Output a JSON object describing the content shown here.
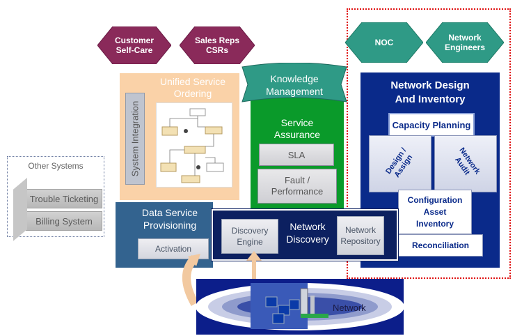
{
  "roles": {
    "customer_selfcare": [
      "Customer",
      "Self-Care"
    ],
    "sales_reps": [
      "Sales Reps",
      "CSRs"
    ],
    "noc": "NOC",
    "network_engineers": [
      "Network",
      "Engineers"
    ]
  },
  "other_systems": {
    "title": "Other Systems",
    "trouble_ticketing": "Trouble Ticketing",
    "billing_system": "Billing System"
  },
  "unified_service_ordering": {
    "title": [
      "Unified Service",
      "Ordering"
    ],
    "system_integration": "System Integration"
  },
  "knowledge_management": [
    "Knowledge",
    "Management"
  ],
  "service_assurance": {
    "title": [
      "Service",
      "Assurance"
    ],
    "sla": "SLA",
    "fault_performance": [
      "Fault /",
      "Performance"
    ]
  },
  "network_design": {
    "title": [
      "Network Design",
      "And Inventory"
    ],
    "capacity_planning": "Capacity Planning",
    "design_assign": [
      "Design /",
      "Assign"
    ],
    "network_audit": [
      "Network",
      "Audit"
    ],
    "configuration": [
      "Configuration",
      "Asset",
      "Inventory"
    ],
    "reconciliation": "Reconciliation"
  },
  "data_service_provisioning": {
    "title": [
      "Data Service",
      "Provisioning"
    ],
    "activation": "Activation"
  },
  "network_discovery": {
    "title": [
      "Network",
      "Discovery"
    ],
    "discovery_engine": [
      "Discovery",
      "Engine"
    ],
    "network_repository": [
      "Network",
      "Repository"
    ]
  },
  "network_label": "Network",
  "colors": {
    "maroon": "#8a2a5a",
    "teal": "#2f9a86",
    "green": "#0a9a2a",
    "navy": "#0a2a8a",
    "steel_blue": "#33638f",
    "peach": "#fad2a8",
    "dark_navy": "#0c2060",
    "red_dotted": "#e01010"
  }
}
